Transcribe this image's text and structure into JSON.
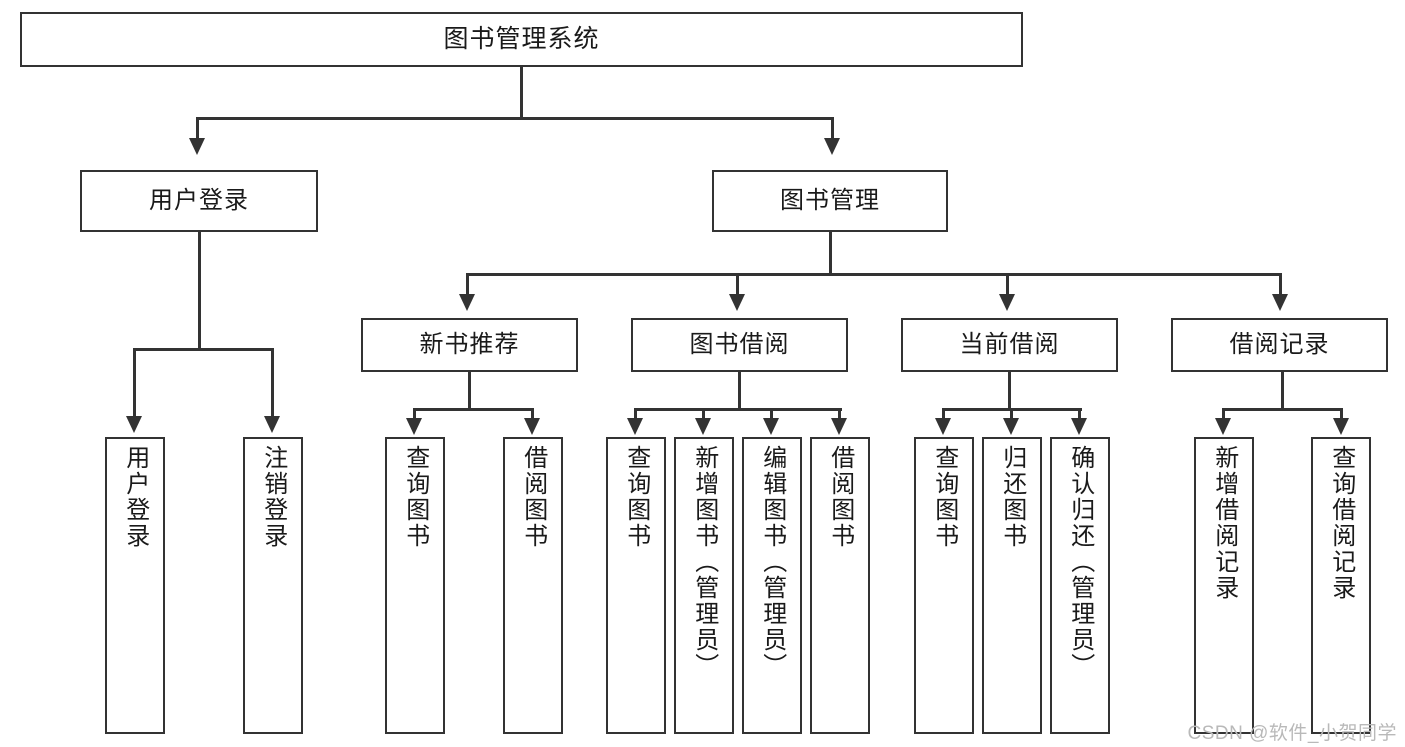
{
  "diagram": {
    "type": "tree",
    "title": "图书管理系统",
    "root": {
      "label": "图书管理系统"
    },
    "level2": [
      {
        "label": "用户登录"
      },
      {
        "label": "图书管理"
      }
    ],
    "level3": [
      {
        "label": "新书推荐"
      },
      {
        "label": "图书借阅"
      },
      {
        "label": "当前借阅"
      },
      {
        "label": "借阅记录"
      }
    ],
    "leaves": {
      "user_login": [
        {
          "label": "用户登录"
        },
        {
          "label": "注销登录"
        }
      ],
      "new_book": [
        {
          "label": "查询图书"
        },
        {
          "label": "借阅图书"
        }
      ],
      "book_borrow": [
        {
          "label": "查询图书"
        },
        {
          "label": "新增图书（管理员）"
        },
        {
          "label": "编辑图书（管理员）"
        },
        {
          "label": "借阅图书"
        }
      ],
      "current_borrow": [
        {
          "label": "查询图书"
        },
        {
          "label": "归还图书"
        },
        {
          "label": "确认归还（管理员）"
        }
      ],
      "borrow_record": [
        {
          "label": "新增借阅记录"
        },
        {
          "label": "查询借阅记录"
        }
      ]
    }
  },
  "watermark": {
    "text": "CSDN @软件_小贺同学"
  },
  "colors": {
    "stroke": "#333333",
    "background": "#ffffff",
    "text": "#1a1a1a",
    "watermark": "#b9b9b9"
  }
}
